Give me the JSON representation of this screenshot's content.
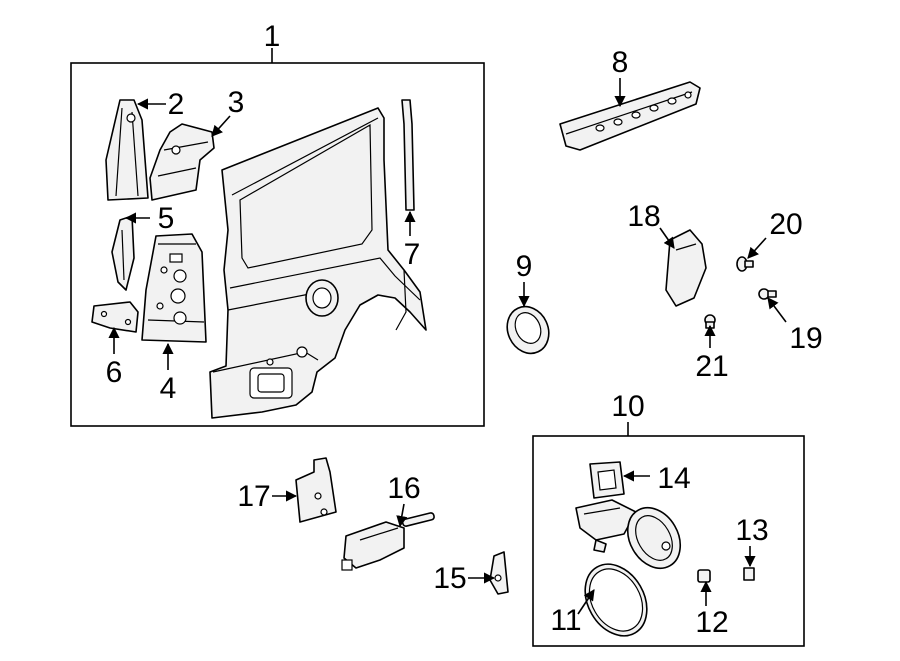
{
  "callouts": {
    "c1": "1",
    "c2": "2",
    "c3": "3",
    "c4": "4",
    "c5": "5",
    "c6": "6",
    "c7": "7",
    "c8": "8",
    "c9": "9",
    "c10": "10",
    "c11": "11",
    "c12": "12",
    "c13": "13",
    "c14": "14",
    "c15": "15",
    "c16": "16",
    "c17": "17",
    "c18": "18",
    "c19": "19",
    "c20": "20",
    "c21": "21"
  },
  "colors": {
    "line": "#000000",
    "fill": "#f2f2f2",
    "background": "#ffffff"
  }
}
